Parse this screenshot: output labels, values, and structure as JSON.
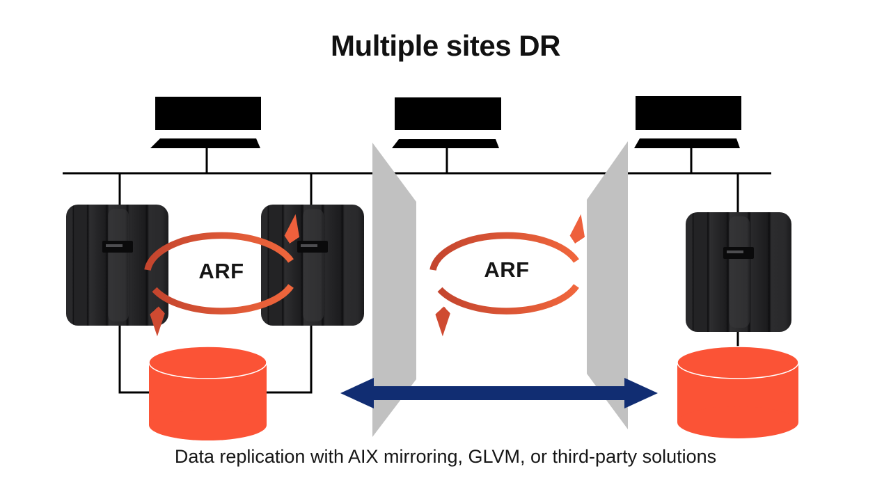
{
  "title": "Multiple sites DR",
  "caption": "Data replication with AIX mirroring, GLVM, or third-party solutions",
  "sites": {
    "left": {
      "replication_label": "ARF"
    },
    "middle": {
      "replication_label": "ARF"
    }
  },
  "colors": {
    "background": "#ffffff",
    "line": "#000000",
    "device": "#000000",
    "panel_gray": "#c1c1c1",
    "storage_orange": "#fb5336",
    "link_navy": "#112d72",
    "cycle_red_dark": "#c4452e",
    "cycle_red_light": "#f0663c",
    "arrowhead_left": "#cf4a31",
    "arrowhead_right": "#ee603c",
    "text": "#111111"
  },
  "icons": {
    "laptop": "laptop-icon",
    "server": "server-tower-icon",
    "database": "database-cylinder-icon",
    "replication_cycle": "cycle-arrows-icon",
    "site_link": "double-headed-arrow-icon",
    "site_boundary": "wall-panel-icon"
  }
}
